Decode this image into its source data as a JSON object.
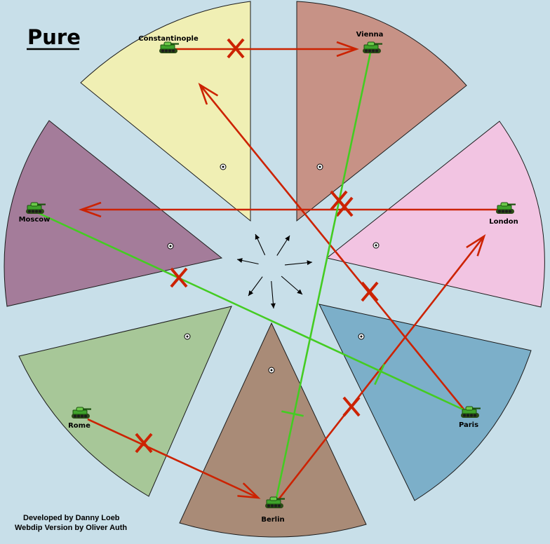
{
  "map": {
    "title": "Pure",
    "credits": {
      "line1": "Developed by Danny Loeb",
      "line2": "Webdip Version by Oliver Auth"
    },
    "colors": {
      "background": "#c8dfe9",
      "order_failed": "#cc2200",
      "order_success": "#44cc22"
    }
  },
  "territories": [
    {
      "id": "constantinople",
      "label": "Constantinople",
      "color": "#f0efb4"
    },
    {
      "id": "vienna",
      "label": "Vienna",
      "color": "#c79286"
    },
    {
      "id": "london",
      "label": "London",
      "color": "#f2c4e2"
    },
    {
      "id": "paris",
      "label": "Paris",
      "color": "#7cafc9"
    },
    {
      "id": "berlin",
      "label": "Berlin",
      "color": "#a98b77"
    },
    {
      "id": "rome",
      "label": "Rome",
      "color": "#a7c798"
    },
    {
      "id": "moscow",
      "label": "Moscow",
      "color": "#a47c9a"
    }
  ],
  "units": [
    {
      "territory": "constantinople",
      "type": "army-icon"
    },
    {
      "territory": "vienna",
      "type": "army-icon"
    },
    {
      "territory": "london",
      "type": "army-icon"
    },
    {
      "territory": "paris",
      "type": "army-icon"
    },
    {
      "territory": "berlin",
      "type": "army-icon"
    },
    {
      "territory": "rome",
      "type": "army-icon"
    },
    {
      "territory": "moscow",
      "type": "army-icon"
    }
  ],
  "orders": [
    {
      "from": "constantinople",
      "to": "vienna",
      "kind": "move",
      "status": "failed"
    },
    {
      "from": "paris",
      "to": "constantinople",
      "kind": "move",
      "status": "failed"
    },
    {
      "from": "london",
      "to": "moscow",
      "kind": "move",
      "status": "failed"
    },
    {
      "from": "rome",
      "to": "berlin",
      "kind": "move",
      "status": "failed"
    },
    {
      "from": "berlin",
      "to": "london",
      "kind": "move",
      "status": "failed"
    },
    {
      "from": "vienna",
      "to": "berlin",
      "kind": "support",
      "status": "failed"
    },
    {
      "from": "moscow",
      "to": "paris",
      "kind": "support",
      "status": "failed"
    }
  ]
}
